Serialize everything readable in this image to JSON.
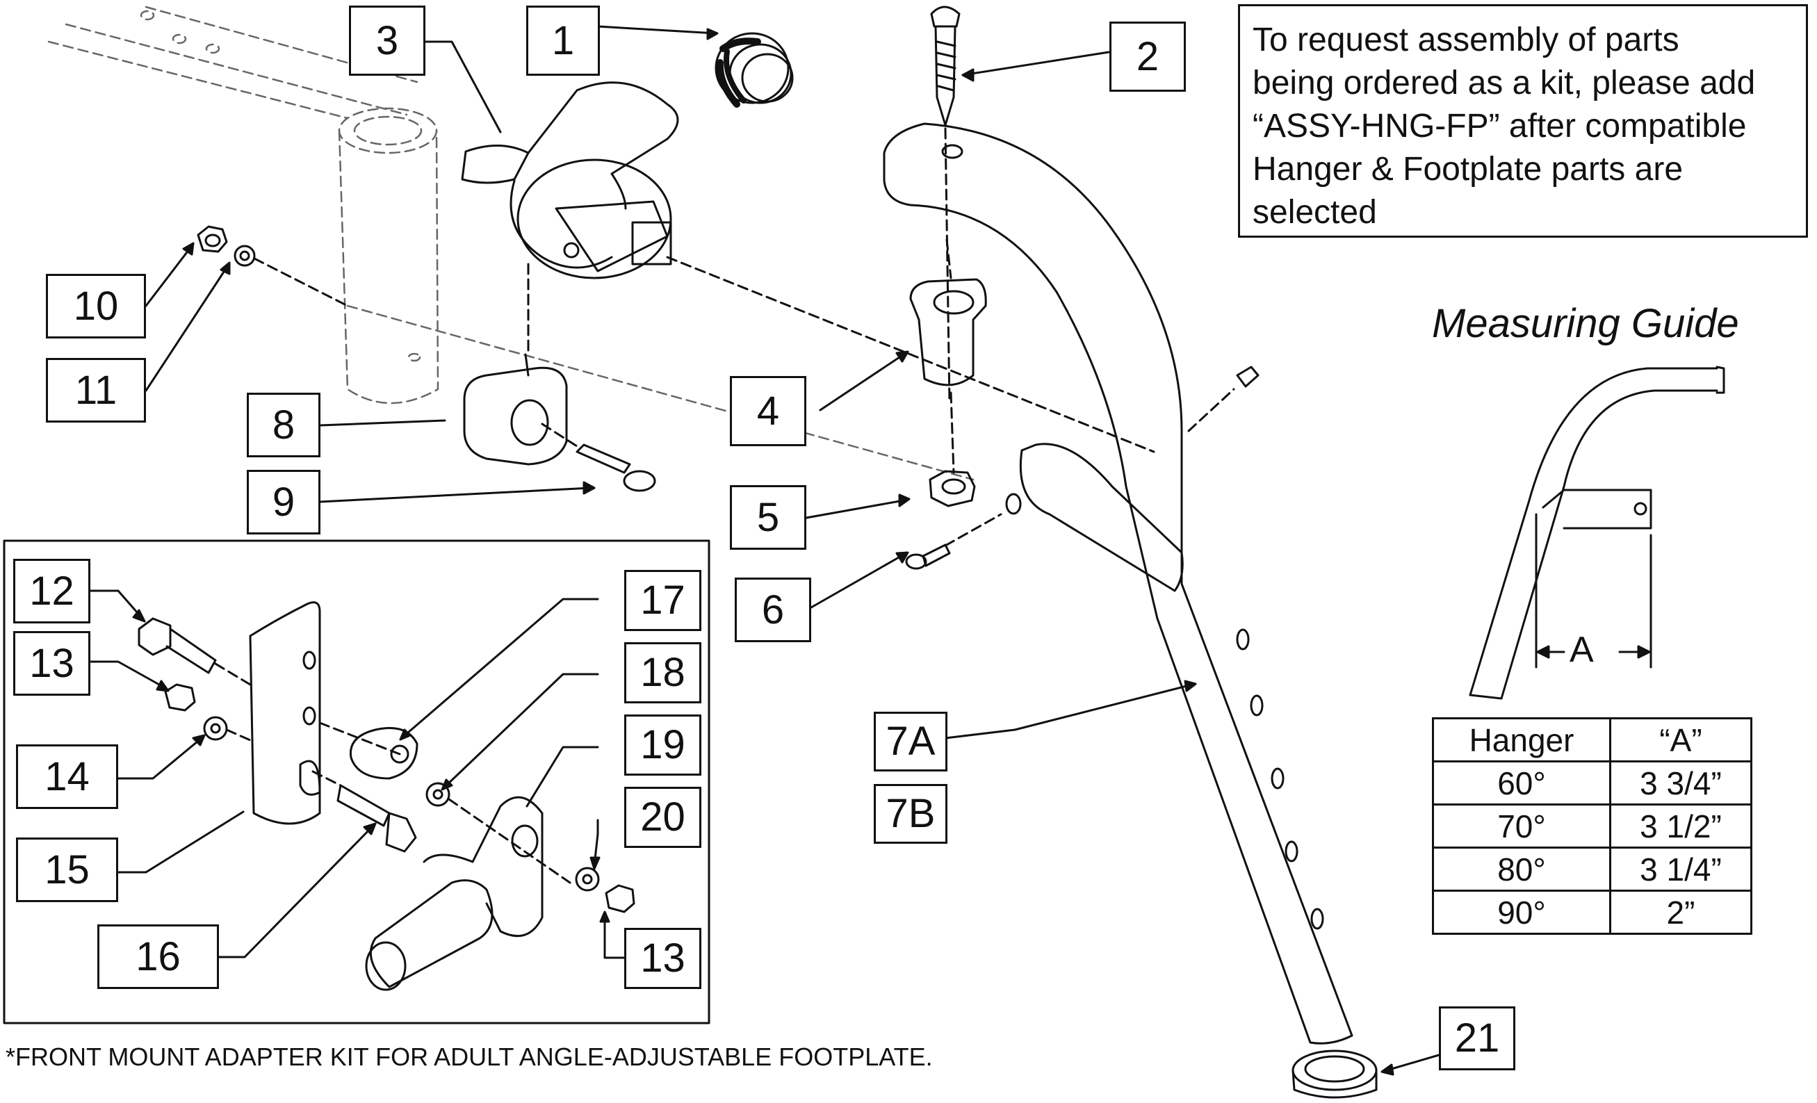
{
  "callouts": [
    {
      "id": "1",
      "text": "1"
    },
    {
      "id": "2",
      "text": "2"
    },
    {
      "id": "3",
      "text": "3"
    },
    {
      "id": "4",
      "text": "4"
    },
    {
      "id": "5",
      "text": "5"
    },
    {
      "id": "6",
      "text": "6"
    },
    {
      "id": "7a",
      "text": "7A"
    },
    {
      "id": "7b",
      "text": "7B"
    },
    {
      "id": "8",
      "text": "8"
    },
    {
      "id": "9",
      "text": "9"
    },
    {
      "id": "10",
      "text": "10"
    },
    {
      "id": "11",
      "text": "11"
    },
    {
      "id": "12",
      "text": "12"
    },
    {
      "id": "13a",
      "text": "13"
    },
    {
      "id": "13b",
      "text": "13"
    },
    {
      "id": "14",
      "text": "14"
    },
    {
      "id": "15",
      "text": "15"
    },
    {
      "id": "16",
      "text": "16"
    },
    {
      "id": "17",
      "text": "17"
    },
    {
      "id": "18",
      "text": "18"
    },
    {
      "id": "19",
      "text": "19"
    },
    {
      "id": "20",
      "text": "20"
    },
    {
      "id": "21",
      "text": "21"
    }
  ],
  "note": {
    "line1": "To request assembly of parts",
    "line2": "being ordered as a kit, please add",
    "line3": "“ASSY-HNG-FP” after compatible",
    "line4": "Hanger & Footplate parts are",
    "line5": "selected"
  },
  "measuring_guide": {
    "title": "Measuring Guide",
    "dimension_label": "A",
    "table": {
      "headers": [
        "Hanger",
        "“A”"
      ],
      "rows": [
        [
          "60°",
          "3 3/4”"
        ],
        [
          "70°",
          "3 1/2”"
        ],
        [
          "80°",
          "3 1/4”"
        ],
        [
          "90°",
          "2”"
        ]
      ]
    }
  },
  "footnote": "*FRONT MOUNT ADAPTER KIT FOR ADULT ANGLE-ADJUSTABLE  FOOTPLATE."
}
